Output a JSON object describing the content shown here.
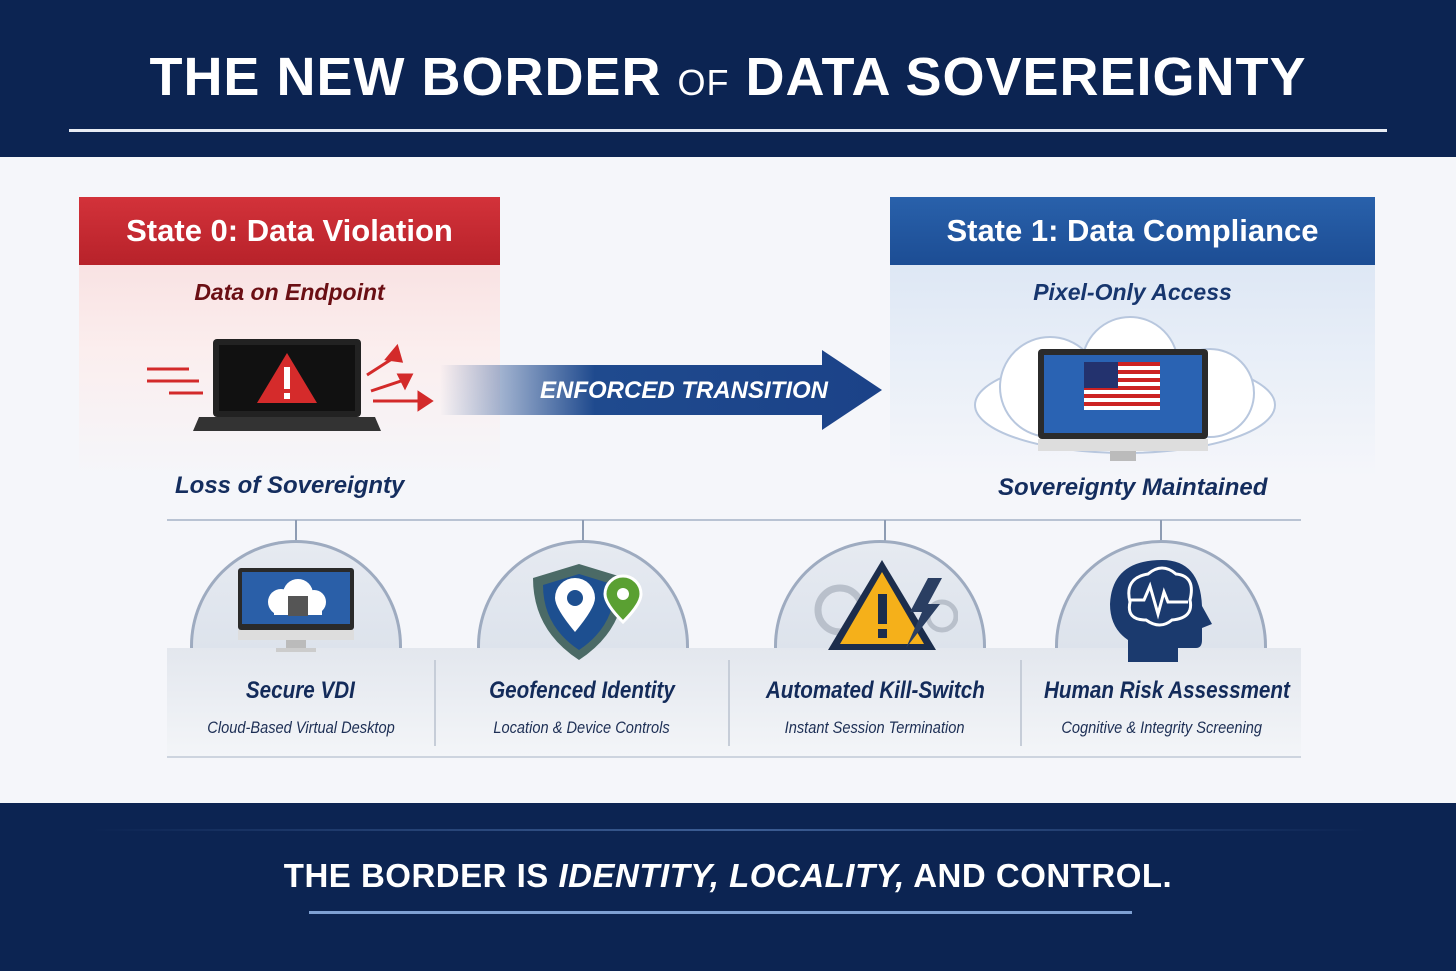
{
  "header": {
    "title_part1": "THE NEW BORDER",
    "title_of": "OF",
    "title_part2": "DATA SOVEREIGNTY"
  },
  "state0": {
    "title": "State 0: Data Violation",
    "subtitle": "Data on Endpoint",
    "caption": "Loss of Sovereignty",
    "icon": "laptop-warning-icon",
    "color": "#c62a2a"
  },
  "transition": {
    "label": "ENFORCED TRANSITION",
    "color": "#1f4a8e"
  },
  "state1": {
    "title": "State 1: Data Compliance",
    "subtitle": "Pixel-Only Access",
    "caption": "Sovereignty Maintained",
    "icon": "cloud-monitor-us-flag-icon",
    "color": "#1f55a0"
  },
  "features": [
    {
      "title": "Secure VDI",
      "subtitle": "Cloud-Based Virtual Desktop",
      "icon": "monitor-cloud-icon"
    },
    {
      "title": "Geofenced Identity",
      "subtitle": "Location & Device Controls",
      "icon": "shield-location-pin-icon"
    },
    {
      "title": "Automated Kill-Switch",
      "subtitle": "Instant Session Termination",
      "icon": "warning-lightning-icon"
    },
    {
      "title": "Human Risk Assessment",
      "subtitle": "Cognitive & Integrity Screening",
      "icon": "head-brain-pulse-icon"
    }
  ],
  "footer": {
    "part1": "THE BORDER IS ",
    "part2": "IDENTITY, LOCALITY,",
    "part3": " AND CONTROL."
  }
}
